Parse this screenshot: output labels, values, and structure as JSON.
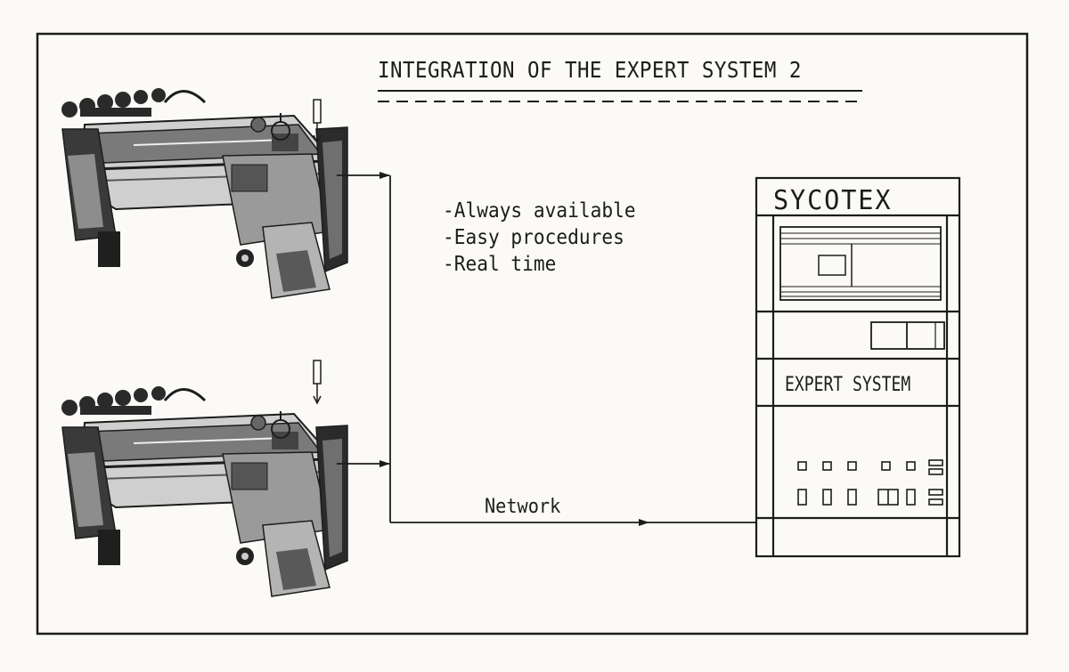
{
  "diagram": {
    "title": "INTEGRATION OF THE EXPERT SYSTEM 2",
    "features": [
      "-Always available",
      "-Easy procedures",
      "-Real time"
    ],
    "connection_label": "Network",
    "terminal": {
      "brand": "SYCOTEX",
      "label": "EXPERT SYSTEM"
    },
    "machines": [
      "loom",
      "loom"
    ],
    "icon": "knitting-machine-icon"
  }
}
